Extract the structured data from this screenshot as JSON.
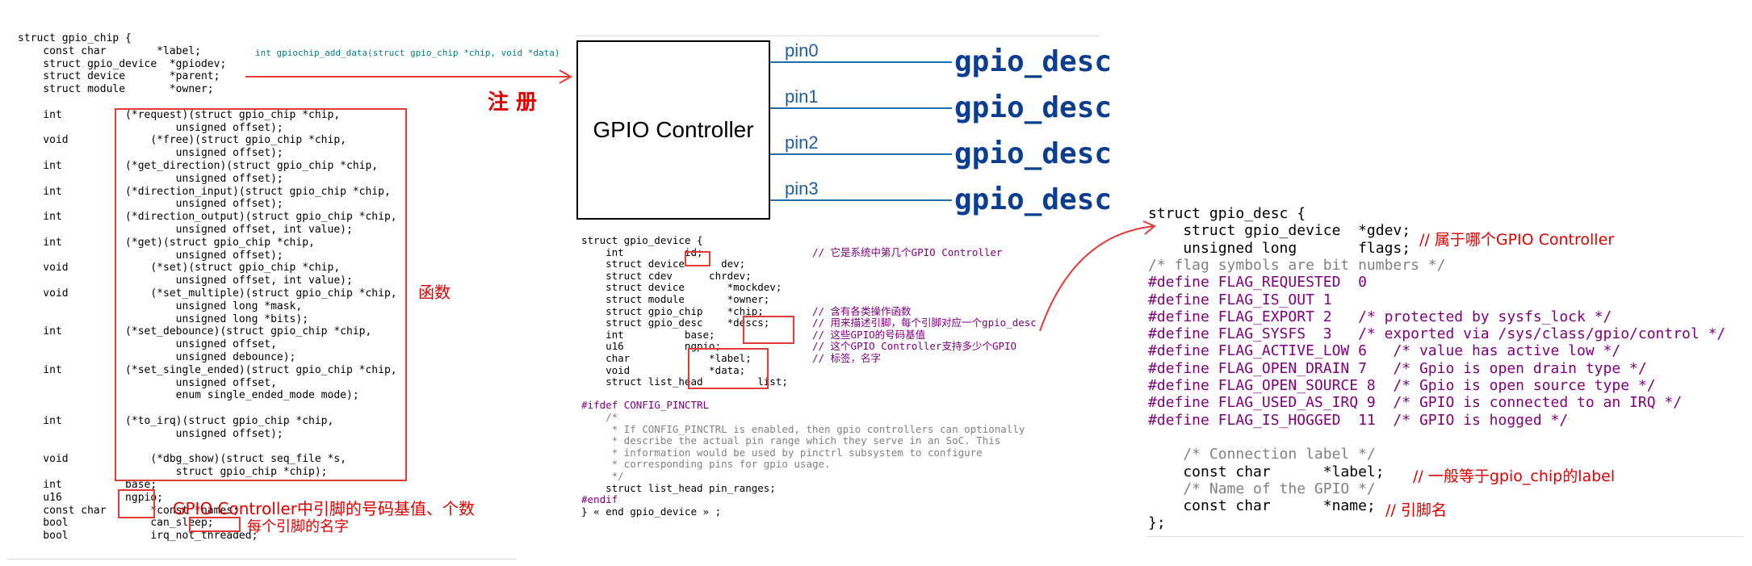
{
  "left_panel": {
    "struct_title": "struct gpio_chip {",
    "add_data_sig": "int gpiochip_add_data(struct gpio_chip *chip, void *data)",
    "register_label": "注 册",
    "functions_label": "函数",
    "base_ngpio_label": "GPIO Controller中引脚的号码基值、个数",
    "names_label": "每个引脚的名字",
    "lines": [
      "struct gpio_chip {",
      "    const char        *label;",
      "    struct gpio_device  *gpiodev;",
      "    struct device       *parent;",
      "    struct module       *owner;",
      "",
      "    int          (*request)(struct gpio_chip *chip,",
      "                         unsigned offset);",
      "    void             (*free)(struct gpio_chip *chip,",
      "                         unsigned offset);",
      "    int          (*get_direction)(struct gpio_chip *chip,",
      "                         unsigned offset);",
      "    int          (*direction_input)(struct gpio_chip *chip,",
      "                         unsigned offset);",
      "    int          (*direction_output)(struct gpio_chip *chip,",
      "                         unsigned offset, int value);",
      "    int          (*get)(struct gpio_chip *chip,",
      "                         unsigned offset);",
      "    void             (*set)(struct gpio_chip *chip,",
      "                         unsigned offset, int value);",
      "    void             (*set_multiple)(struct gpio_chip *chip,",
      "                         unsigned long *mask,",
      "                         unsigned long *bits);",
      "    int          (*set_debounce)(struct gpio_chip *chip,",
      "                         unsigned offset,",
      "                         unsigned debounce);",
      "    int          (*set_single_ended)(struct gpio_chip *chip,",
      "                         unsigned offset,",
      "                         enum single_ended_mode mode);",
      "",
      "    int          (*to_irq)(struct gpio_chip *chip,",
      "                         unsigned offset);",
      "",
      "    void             (*dbg_show)(struct seq_file *s,",
      "                         struct gpio_chip *chip);",
      "    int          base;",
      "    u16          ngpio;",
      "    const char       *const *names;",
      "    bool             can_sleep;",
      "    bool             irq_not_threaded;"
    ]
  },
  "middle_panel": {
    "controller_label": "GPIO Controller",
    "pins": [
      "pin0",
      "pin1",
      "pin2",
      "pin3"
    ],
    "desc_label": "gpio_desc",
    "lines": [
      "struct gpio_device {",
      "    int          id;                  // 它是系统中第几个GPIO Controller",
      "    struct device      dev;",
      "    struct cdev      chrdev;",
      "    struct device       *mockdev;",
      "    struct module       *owner;",
      "    struct gpio_chip    *chip;        // 含有各类操作函数",
      "    struct gpio_desc    *descs;       // 用来描述引脚，每个引脚对应一个gpio_desc",
      "    int          base;                // 这些GPIO的号码基值",
      "    u16          ngpio;               // 这个GPIO Controller支持多少个GPIO",
      "    char             *label;          // 标签，名字",
      "    void             *data;",
      "    struct list_head         list;",
      "",
      "#ifdef CONFIG_PINCTRL",
      "    /*",
      "     * If CONFIG_PINCTRL is enabled, then gpio controllers can optionally",
      "     * describe the actual pin range which they serve in an SoC. This",
      "     * information would be used by pinctrl subsystem to configure",
      "     * corresponding pins for gpio usage.",
      "     */",
      "    struct list_head pin_ranges;",
      "#endif",
      "} « end gpio_device » ;"
    ]
  },
  "right_panel": {
    "lines": [
      "struct gpio_desc {",
      "    struct gpio_device  *gdev;",
      "    unsigned long       flags;",
      "/* flag symbols are bit numbers */",
      "#define FLAG_REQUESTED  0",
      "#define FLAG_IS_OUT 1",
      "#define FLAG_EXPORT 2   /* protected by sysfs_lock */",
      "#define FLAG_SYSFS  3   /* exported via /sys/class/gpio/control */",
      "#define FLAG_ACTIVE_LOW 6   /* value has active low */",
      "#define FLAG_OPEN_DRAIN 7   /* Gpio is open drain type */",
      "#define FLAG_OPEN_SOURCE 8  /* Gpio is open source type */",
      "#define FLAG_USED_AS_IRQ 9  /* GPIO is connected to an IRQ */",
      "#define FLAG_IS_HOGGED  11  /* GPIO is hogged */",
      "",
      "    /* Connection label */",
      "    const char      *label;",
      "    /* Name of the GPIO */",
      "    const char      *name;",
      "};"
    ],
    "gdev_note": "// 属于哪个GPIO Controller",
    "label_note": "// 一般等于gpio_chip的label",
    "name_note": "// 引脚名"
  },
  "colors": {
    "annotation": "#e00000",
    "box": "#e53935",
    "desc_blue": "#0b3d91",
    "pin_line": "#1f6fb0"
  }
}
